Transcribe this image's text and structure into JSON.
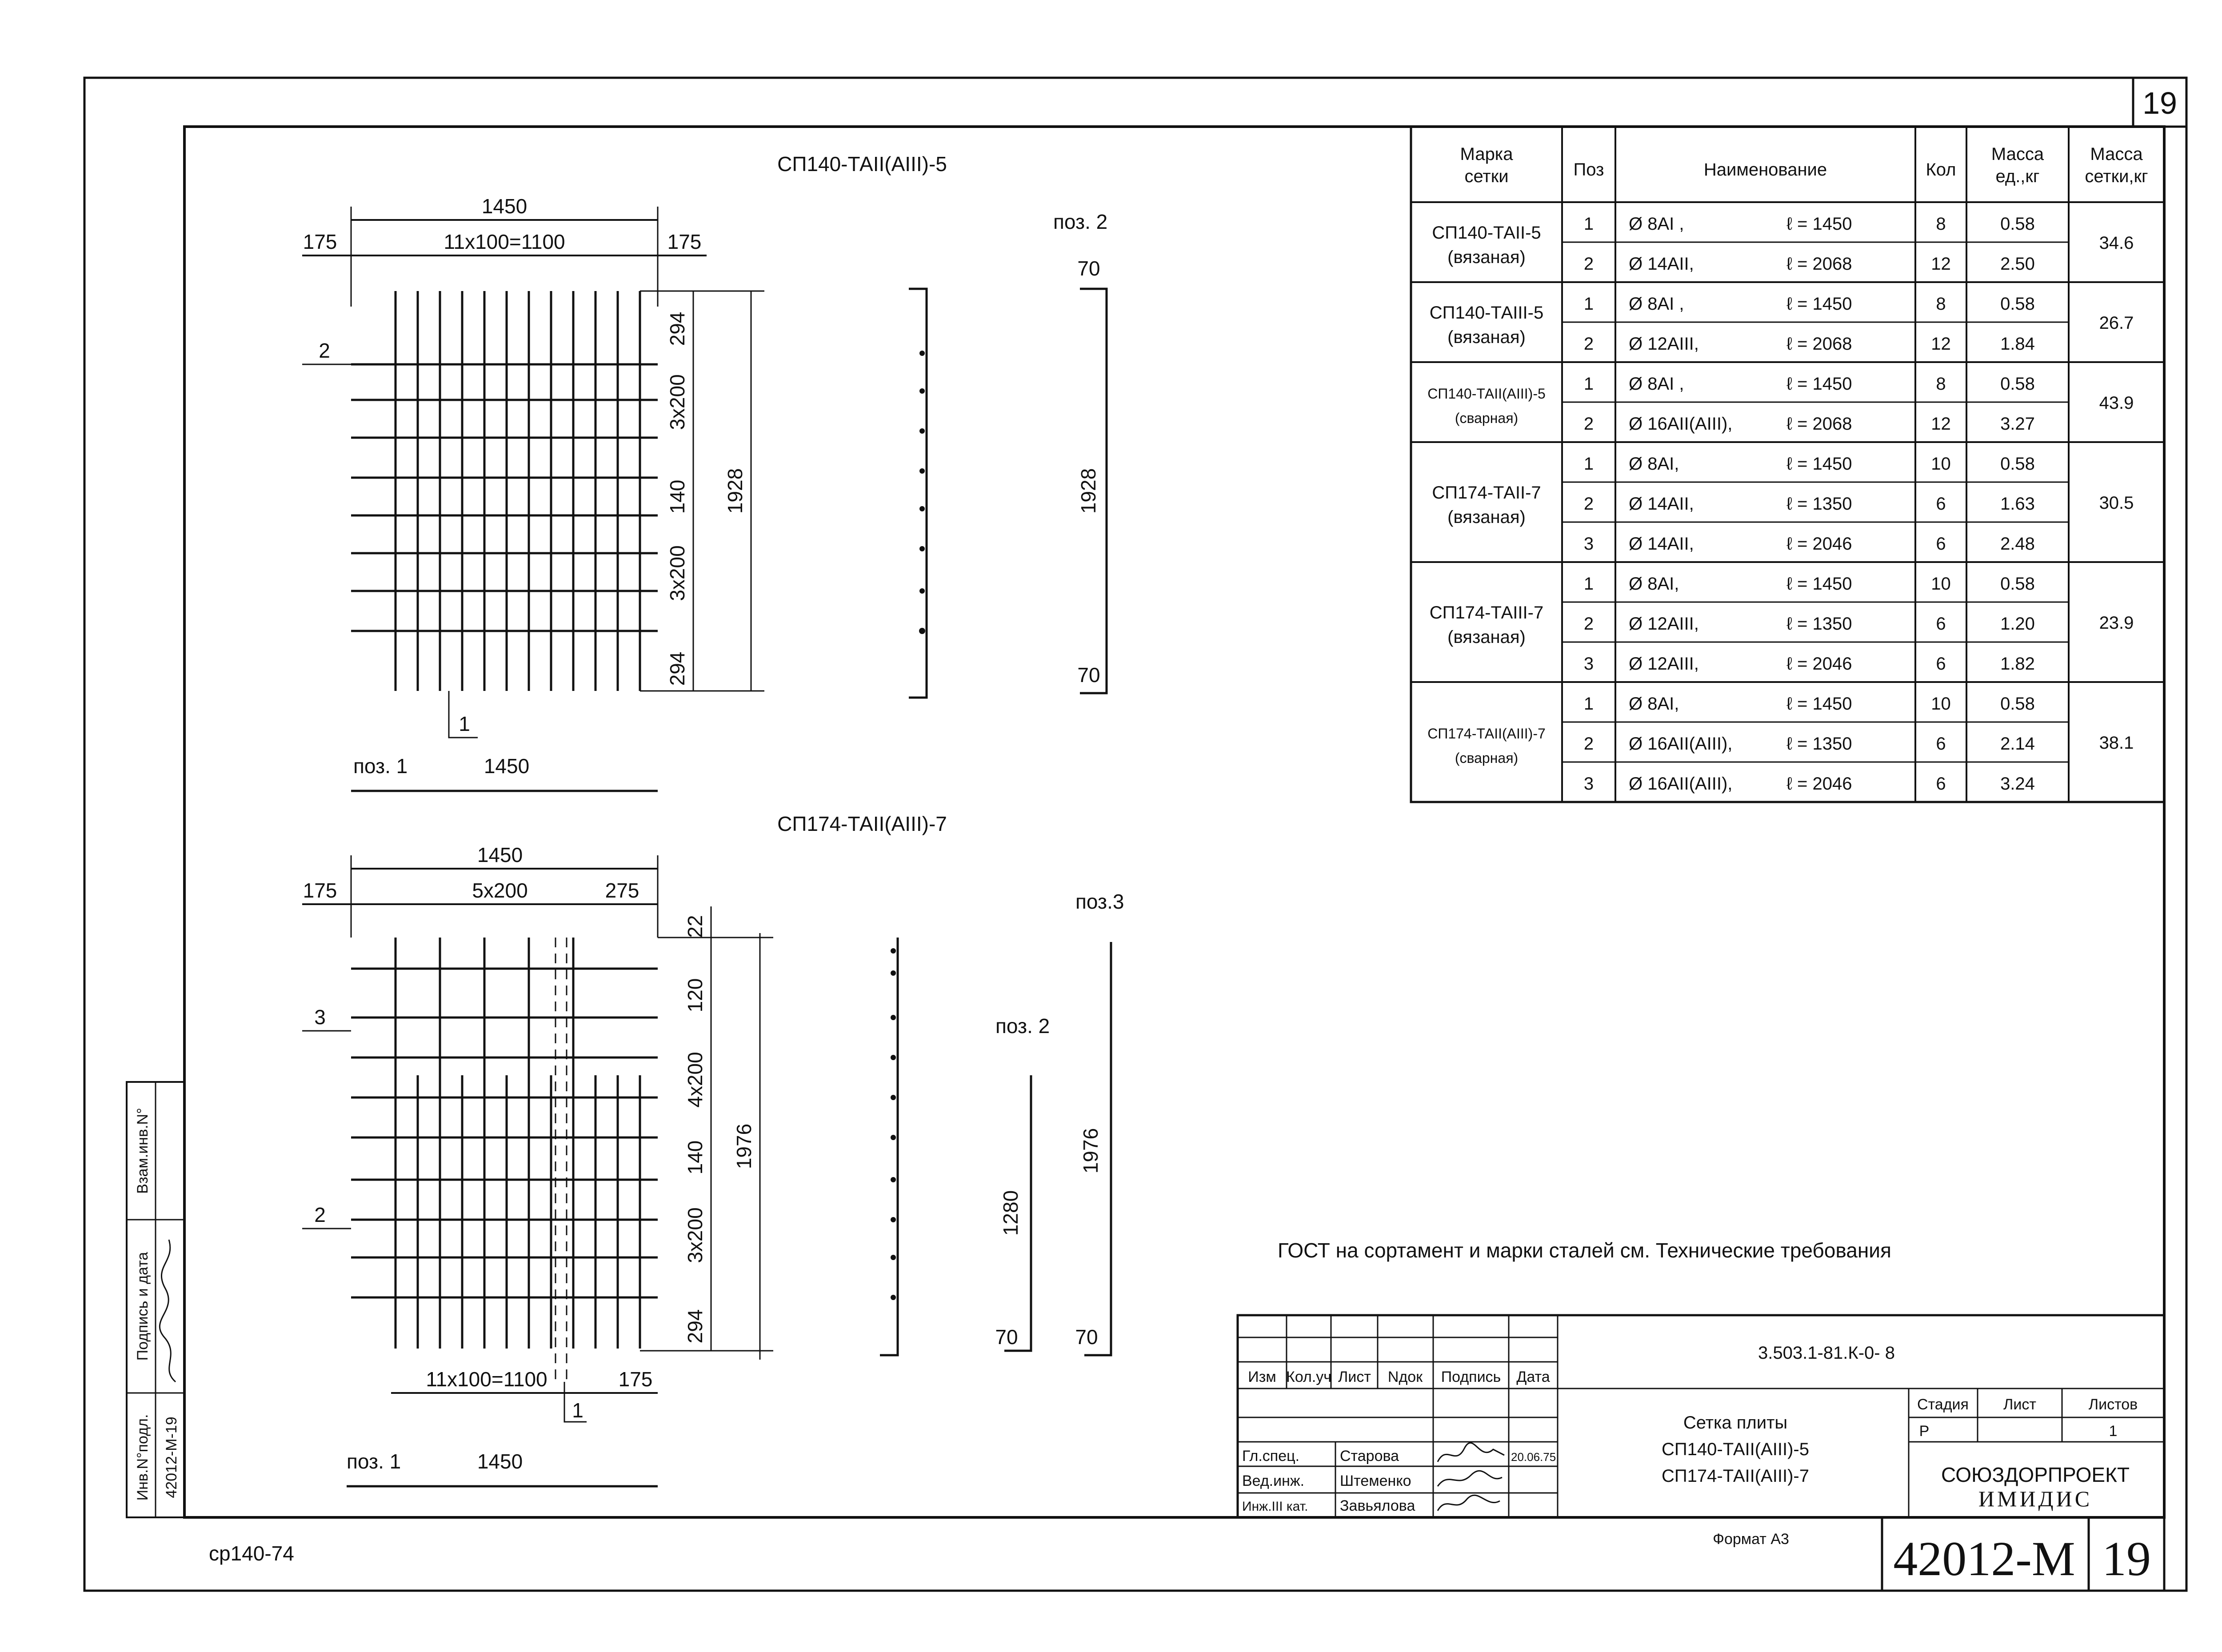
{
  "sheet_number": "19",
  "drawing_1": {
    "title": "СП140-ТАII(АIII)-5",
    "dim_overall": "1450",
    "dim_left": "175",
    "dim_spacing": "11x100=1100",
    "dim_right": "175",
    "dim_v_top": "294",
    "dim_v_a": "3x200",
    "dim_v_mid": "140",
    "dim_v_b": "3x200",
    "dim_v_bottom": "294",
    "dim_v_total": "1928",
    "label_pos2_arrow": "2",
    "label_pos1_arrow": "1",
    "pos1_label": "поз. 1",
    "pos1_length": "1450",
    "pos2_label": "поз. 2",
    "pos2_top": "70",
    "pos2_length": "1928",
    "pos2_bottom": "70"
  },
  "drawing_2": {
    "title": "СП174-ТАII(АIII)-7",
    "dim_overall": "1450",
    "dim_left": "175",
    "dim_spacing": "5x200",
    "dim_right": "275",
    "dim_bottom_spacing": "11x100=1100",
    "dim_bottom_right": "175",
    "dim_v_top": "22",
    "dim_v_a": "120",
    "dim_v_b": "4x200",
    "dim_v_mid": "140",
    "dim_v_c": "3x200",
    "dim_v_bottom": "294",
    "dim_v_total": "1976",
    "label_pos3_arrow": "3",
    "label_pos2_arrow": "2",
    "label_pos1_arrow": "1",
    "pos1_label": "поз. 1",
    "pos1_length": "1450",
    "pos2_label": "поз. 2",
    "pos2_length": "1280",
    "pos2_bottom": "70",
    "pos3_label": "поз.3",
    "pos3_length": "1976",
    "pos3_bottom": "70"
  },
  "spec_table": {
    "headers": [
      "Марка сетки",
      "Поз",
      "Наименование",
      "Кол",
      "Масса ед.,кг",
      "Масса сетки,кг"
    ],
    "groups": [
      {
        "mark": [
          "СП140-ТАII-5",
          "(вязаная)"
        ],
        "total": "34.6",
        "rows": [
          {
            "pos": "1",
            "name": "Ø 8AI ,",
            "len": "ℓ = 1450",
            "qty": "8",
            "mass": "0.58"
          },
          {
            "pos": "2",
            "name": "Ø 14AII,",
            "len": "ℓ = 2068",
            "qty": "12",
            "mass": "2.50"
          }
        ]
      },
      {
        "mark": [
          "СП140-ТАIII-5",
          "(вязаная)"
        ],
        "total": "26.7",
        "rows": [
          {
            "pos": "1",
            "name": "Ø 8AI ,",
            "len": "ℓ = 1450",
            "qty": "8",
            "mass": "0.58"
          },
          {
            "pos": "2",
            "name": "Ø 12AIII,",
            "len": "ℓ = 2068",
            "qty": "12",
            "mass": "1.84"
          }
        ]
      },
      {
        "mark": [
          "СП140-ТАII(АIII)-5",
          "(сварная)"
        ],
        "total": "43.9",
        "rows": [
          {
            "pos": "1",
            "name": "Ø 8AI ,",
            "len": "ℓ = 1450",
            "qty": "8",
            "mass": "0.58"
          },
          {
            "pos": "2",
            "name": "Ø 16AII(AIII),",
            "len": "ℓ = 2068",
            "qty": "12",
            "mass": "3.27"
          }
        ]
      },
      {
        "mark": [
          "СП174-ТАII-7",
          "(вязаная)"
        ],
        "total": "30.5",
        "rows": [
          {
            "pos": "1",
            "name": "Ø 8AI,",
            "len": "ℓ = 1450",
            "qty": "10",
            "mass": "0.58"
          },
          {
            "pos": "2",
            "name": "Ø 14AII,",
            "len": "ℓ = 1350",
            "qty": "6",
            "mass": "1.63"
          },
          {
            "pos": "3",
            "name": "Ø 14AII,",
            "len": "ℓ = 2046",
            "qty": "6",
            "mass": "2.48"
          }
        ]
      },
      {
        "mark": [
          "СП174-ТАIII-7",
          "(вязаная)"
        ],
        "total": "23.9",
        "rows": [
          {
            "pos": "1",
            "name": "Ø 8AI,",
            "len": "ℓ = 1450",
            "qty": "10",
            "mass": "0.58"
          },
          {
            "pos": "2",
            "name": "Ø 12AIII,",
            "len": "ℓ = 1350",
            "qty": "6",
            "mass": "1.20"
          },
          {
            "pos": "3",
            "name": "Ø 12AIII,",
            "len": "ℓ = 2046",
            "qty": "6",
            "mass": "1.82"
          }
        ]
      },
      {
        "mark": [
          "СП174-ТАII(АIII)-7",
          "(сварная)"
        ],
        "total": "38.1",
        "rows": [
          {
            "pos": "1",
            "name": "Ø 8AI,",
            "len": "ℓ = 1450",
            "qty": "10",
            "mass": "0.58"
          },
          {
            "pos": "2",
            "name": "Ø 16AII(AIII),",
            "len": "ℓ = 1350",
            "qty": "6",
            "mass": "2.14"
          },
          {
            "pos": "3",
            "name": "Ø 16AII(AIII),",
            "len": "ℓ = 2046",
            "qty": "6",
            "mass": "3.24"
          }
        ]
      }
    ]
  },
  "note": "ГОСТ на сортамент и марки сталей см. Технические требования",
  "title_block": {
    "code": "3.503.1-81.К-0- 8",
    "col_headers": [
      "Изм",
      "Кол.уч",
      "Лист",
      "Nдок",
      "Подпись",
      "Дата"
    ],
    "roles": [
      {
        "role": "Гл.спец.",
        "name": "Старова",
        "date": "20.06.75"
      },
      {
        "role": "Вед.инж.",
        "name": "Штеменко",
        "date": ""
      },
      {
        "role": "Инж.III кат.",
        "name": "Завьялова",
        "date": ""
      }
    ],
    "name_lines": [
      "Сетка плиты",
      "СП140-ТАII(АIII)-5",
      "СП174-ТАII(АIII)-7"
    ],
    "stage_headers": [
      "Стадия",
      "Лист",
      "Листов"
    ],
    "stage_values": [
      "Р",
      "",
      "1"
    ],
    "org_lines": [
      "СОЮЗДОРПРОЕКТ",
      "ИМИДИС"
    ],
    "format": "Формат А3",
    "doc_number": "42012-М",
    "doc_sheet": "19"
  },
  "side_stamp": {
    "headers": [
      "Инв.N°подл.",
      "Подпись и дата",
      "Взам.инв.N°"
    ],
    "values": [
      "42012-М-19",
      "",
      ""
    ]
  },
  "footer_left": "ср140-74"
}
